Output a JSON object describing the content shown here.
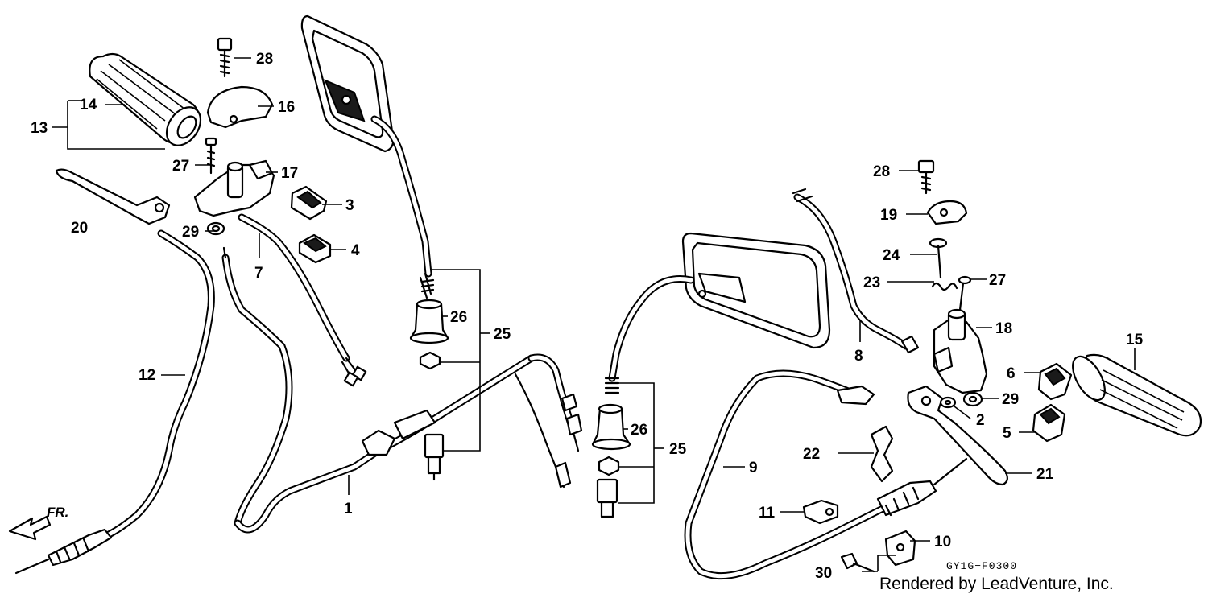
{
  "diagram": {
    "callouts": {
      "c1": "1",
      "c2": "2",
      "c3": "3",
      "c4": "4",
      "c5": "5",
      "c6": "6",
      "c7": "7",
      "c8": "8",
      "c9": "9",
      "c10": "10",
      "c11": "11",
      "c12": "12",
      "c13": "13",
      "c14": "14",
      "c15": "15",
      "c16": "16",
      "c17": "17",
      "c18": "18",
      "c19": "19",
      "c20": "20",
      "c21": "21",
      "c22": "22",
      "c23": "23",
      "c24": "24",
      "c25a": "25",
      "c25b": "25",
      "c26a": "26",
      "c26b": "26",
      "c27a": "27",
      "c27b": "27",
      "c28a": "28",
      "c28b": "28",
      "c29a": "29",
      "c29b": "29",
      "c30": "30"
    },
    "direction_label": "FR.",
    "drawing_code": "GY1G−F0300",
    "credit": "Rendered by LeadVenture, Inc."
  }
}
